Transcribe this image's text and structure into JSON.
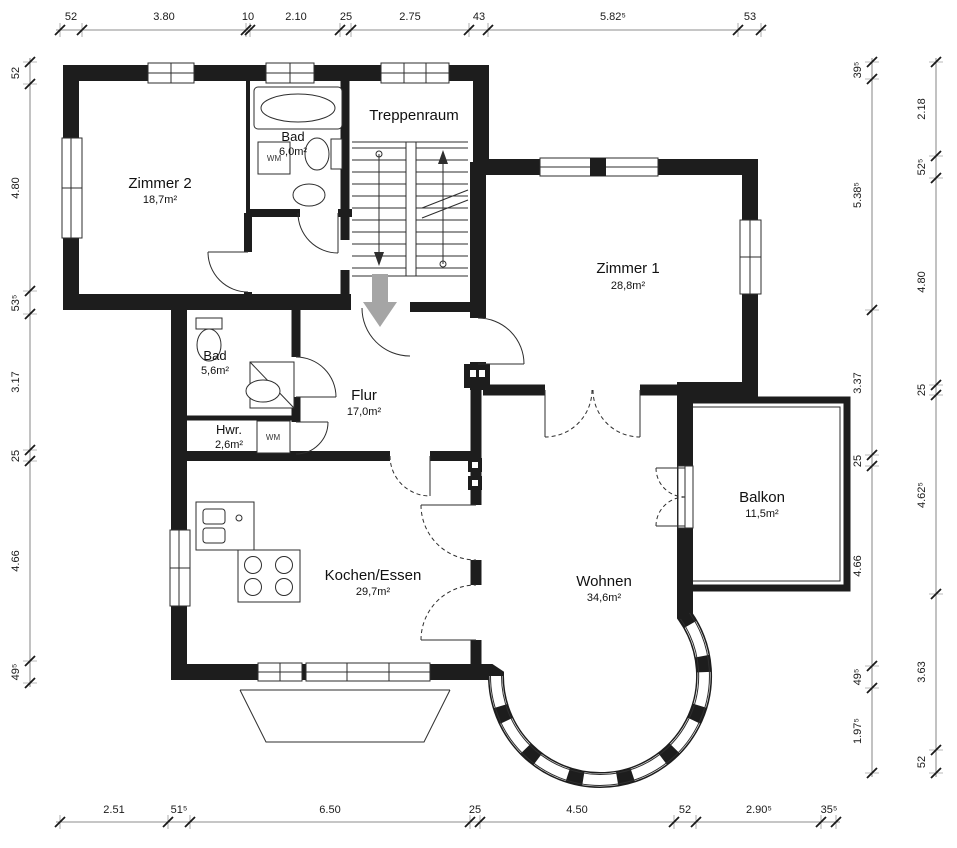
{
  "plan": {
    "rooms": {
      "zimmer2": {
        "name": "Zimmer 2",
        "area": "18,7m²"
      },
      "bad_top": {
        "name": "Bad",
        "area": "6,0m²"
      },
      "treppenraum": {
        "name": "Treppenraum"
      },
      "zimmer1": {
        "name": "Zimmer 1",
        "area": "28,8m²"
      },
      "bad_mid": {
        "name": "Bad",
        "area": "5,6m²"
      },
      "flur": {
        "name": "Flur",
        "area": "17,0m²"
      },
      "hwr": {
        "name": "Hwr.",
        "area": "2,6m²"
      },
      "kochen": {
        "name": "Kochen/Essen",
        "area": "29,7m²"
      },
      "wohnen": {
        "name": "Wohnen",
        "area": "34,6m²"
      },
      "balkon": {
        "name": "Balkon",
        "area": "11,5m²"
      }
    },
    "appliances": {
      "wm1": "WM",
      "wm2": "WM"
    },
    "dims": {
      "top": [
        "52",
        "3.80",
        "10",
        "2.10",
        "25",
        "2.75",
        "43",
        "5.82⁵",
        "53"
      ],
      "left": [
        "52",
        "4.80",
        "53⁵",
        "3.17",
        "25",
        "4.66",
        "49⁵"
      ],
      "right_inner": [
        "39⁵",
        "5.38⁵",
        "3.37",
        "25",
        "4.66",
        "49⁵",
        "1.97⁵"
      ],
      "right_outer": [
        "2.18",
        "52⁵",
        "4.80",
        "25",
        "4.62⁵",
        "3.63",
        "52"
      ],
      "bottom": [
        "2.51",
        "51⁵",
        "6.50",
        "25",
        "4.50",
        "52",
        "2.90⁵",
        "35⁵"
      ]
    },
    "colors": {
      "wall": "#1d1d1d",
      "arrow": "#a5a5a5",
      "background": "#ffffff"
    }
  }
}
